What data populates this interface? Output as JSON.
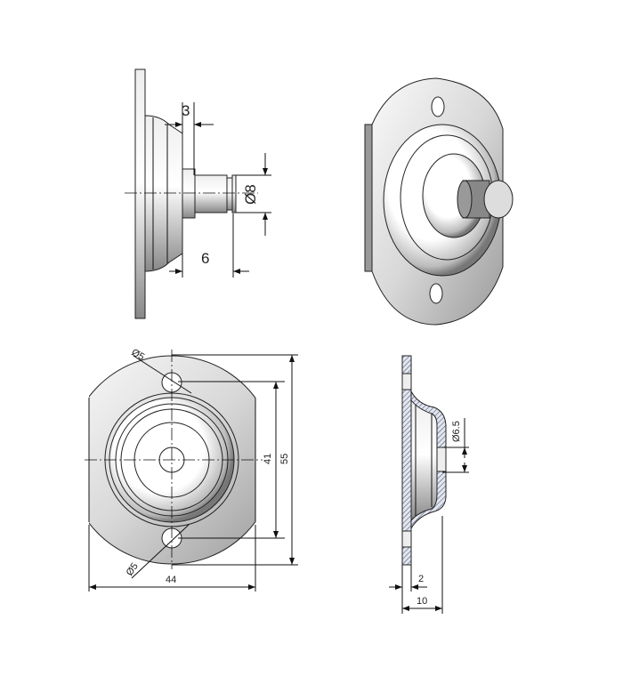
{
  "drawing": {
    "side_view": {
      "dim_flange_gap": "3",
      "dim_shaft_length": "6",
      "dim_shaft_diameter": "Ø8"
    },
    "front_view": {
      "dim_hole_top": "Ø5",
      "dim_hole_bottom": "Ø5",
      "dim_hole_spacing": "41",
      "dim_height": "55",
      "dim_width": "44"
    },
    "section_view": {
      "dim_center_hole": "Ø6.5",
      "dim_thickness": "2",
      "dim_depth": "10"
    },
    "colors": {
      "line": "#111111",
      "hatch": "#5a6a8a",
      "dim_text_accent": "#7a5a2a"
    }
  }
}
